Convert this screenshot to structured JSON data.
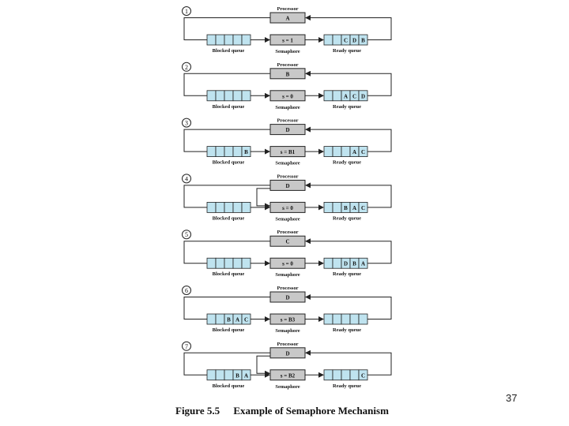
{
  "figure": {
    "number": "Figure 5.5",
    "title": "Example of Semaphore Mechanism"
  },
  "page_number": "37",
  "labels": {
    "processor": "Processor",
    "semaphore": "Semaphore",
    "blocked_queue": "Blocked queue",
    "ready_queue": "Ready queue"
  },
  "colors": {
    "queue_fill": "#bfe3ef",
    "processor_fill": "#c8c8c8",
    "semaphore_fill": "#c8c8c8",
    "line": "#222222"
  },
  "steps": [
    {
      "number": "1",
      "processor": "A",
      "semaphore": "s = 1",
      "blocked": [
        "",
        "",
        "",
        "",
        ""
      ],
      "ready": [
        "",
        "",
        "C",
        "D",
        "B"
      ],
      "arrow_to_blocked": false
    },
    {
      "number": "2",
      "processor": "B",
      "semaphore": "s = 0",
      "blocked": [
        "",
        "",
        "",
        "",
        ""
      ],
      "ready": [
        "",
        "",
        "A",
        "C",
        "D"
      ],
      "arrow_to_blocked": false
    },
    {
      "number": "3",
      "processor": "D",
      "semaphore": "s = B1",
      "blocked": [
        "",
        "",
        "",
        "",
        "B"
      ],
      "ready": [
        "",
        "",
        "",
        "A",
        "C"
      ],
      "arrow_to_blocked": false
    },
    {
      "number": "4",
      "processor": "D",
      "semaphore": "s = 0",
      "blocked": [
        "",
        "",
        "",
        "",
        ""
      ],
      "ready": [
        "",
        "",
        "B",
        "A",
        "C"
      ],
      "arrow_to_blocked": true
    },
    {
      "number": "5",
      "processor": "C",
      "semaphore": "s = 0",
      "blocked": [
        "",
        "",
        "",
        "",
        ""
      ],
      "ready": [
        "",
        "",
        "D",
        "B",
        "A"
      ],
      "arrow_to_blocked": false
    },
    {
      "number": "6",
      "processor": "D",
      "semaphore": "s = B3",
      "blocked": [
        "",
        "",
        "B",
        "A",
        "C"
      ],
      "ready": [
        "",
        "",
        "",
        "",
        ""
      ],
      "arrow_to_blocked": false
    },
    {
      "number": "7",
      "processor": "D",
      "semaphore": "s = B2",
      "blocked": [
        "",
        "",
        "",
        "B",
        "A"
      ],
      "ready": [
        "",
        "",
        "",
        "",
        "C"
      ],
      "arrow_to_blocked": true
    }
  ]
}
